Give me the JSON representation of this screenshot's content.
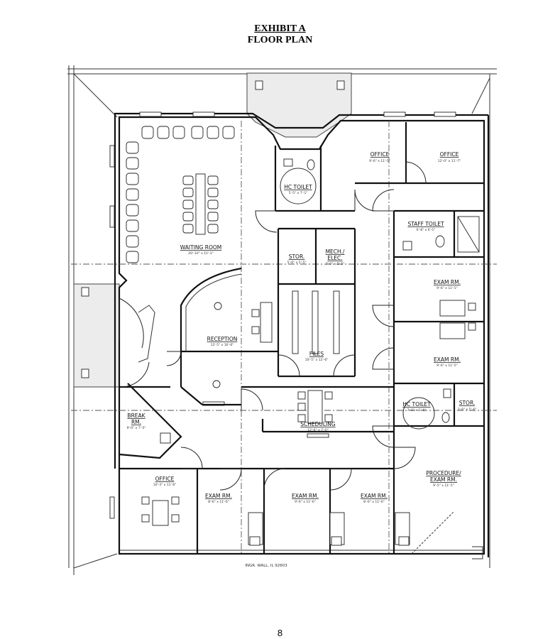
{
  "header": {
    "title": "EXHIBIT A",
    "subtitle": "FLOOR PLAN"
  },
  "page_number": "8",
  "address_note": "INGR. WALL, IL 92603",
  "rooms": {
    "office_1": {
      "name": "OFFICE",
      "dim": "9'-6\" x 11'-5\""
    },
    "office_2": {
      "name": "OFFICE",
      "dim": "12'-0\" x 11'-7\""
    },
    "hc_toilet_1": {
      "name": "HC TOILET",
      "dim": "5'-5\" x 7'-1\""
    },
    "staff_toilet": {
      "name": "STAFF TOILET",
      "dim": "6'-8\" x 6'-1\""
    },
    "waiting_room": {
      "name": "WAITING ROOM",
      "dim": "20'-10\" x 15'-3\""
    },
    "stor_1": {
      "name": "STOR.",
      "dim": "5'-6\" x 5'-5\""
    },
    "mech_elec": {
      "name1": "MECH./",
      "name2": "ELEC.",
      "dim": "7'-0\" x 5'-5\""
    },
    "exam_1": {
      "name": "EXAM RM.",
      "dim": "9'-6\" x 11'-5\""
    },
    "reception": {
      "name": "RECEPTION",
      "dim": "12'-5\" x 16'-6\""
    },
    "files": {
      "name": "FILES",
      "dim": "10'-5\" x 12'-6\""
    },
    "exam_2": {
      "name": "EXAM RM.",
      "dim": "9'-6\" x 11'-5\""
    },
    "hc_toilet_2": {
      "name": "HC TOILET",
      "dim": "7'-5\" x 5'-6\""
    },
    "stor_2": {
      "name": "STOR.",
      "dim": "3'-6\" x 5'-6\""
    },
    "break_rm": {
      "name1": "BREAK",
      "name2": "RM.",
      "dim": "9'-0\" x 7'-5\""
    },
    "scheduling": {
      "name": "SCHEDULING",
      "dim": "12'-6\" x 7'-0\""
    },
    "procedure": {
      "name1": "PROCEDURE/",
      "name2": "EXAM RM.",
      "dim": "9'-5\" x 11'-5\""
    },
    "office_3": {
      "name": "OFFICE",
      "dim": "10'-3\" x 11'-6\""
    },
    "exam_3": {
      "name": "EXAM RM.",
      "dim": "8'-6\" x 11'-6\""
    },
    "exam_4": {
      "name": "EXAM RM.",
      "dim": "9'-6\" x 11'-6\""
    },
    "exam_5": {
      "name": "EXAM RM.",
      "dim": "8'-6\" x 11'-6\""
    }
  }
}
